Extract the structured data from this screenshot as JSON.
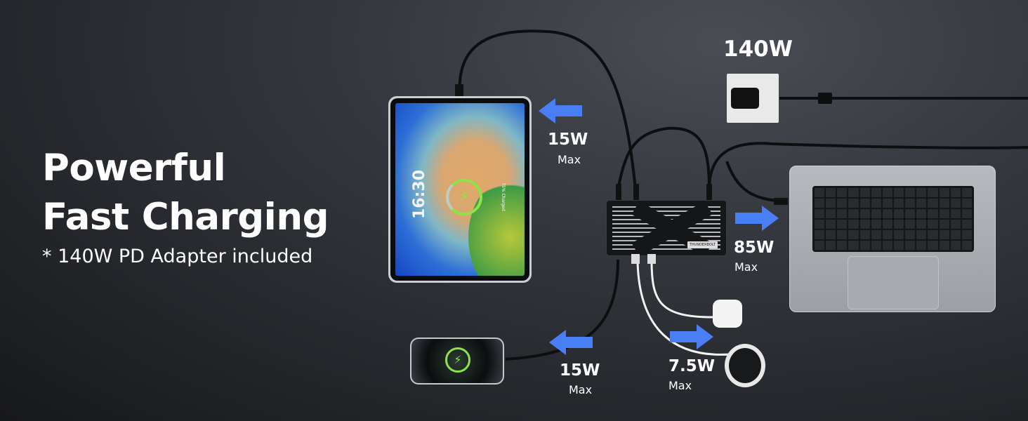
{
  "headline": {
    "line1": "Powerful",
    "line2": "Fast Charging",
    "subtitle": "* 140W PD Adapter included"
  },
  "adapter": {
    "wattage": "140W"
  },
  "outputs": [
    {
      "device": "tablet",
      "watt": "15W",
      "max": "Max",
      "direction": "left"
    },
    {
      "device": "laptop",
      "watt": "85W",
      "max": "Max",
      "direction": "right"
    },
    {
      "device": "phone",
      "watt": "15W",
      "max": "Max",
      "direction": "left"
    },
    {
      "device": "earbuds-watch",
      "watt": "7.5W",
      "max": "Max",
      "direction": "right"
    }
  ],
  "tablet_screen": {
    "time": "16:30",
    "status": "75% Charged"
  },
  "hub": {
    "badge": "THUNDERBOLT"
  },
  "colors": {
    "arrow": "#4a7ef5",
    "charge_ring": "#8ee24a"
  }
}
